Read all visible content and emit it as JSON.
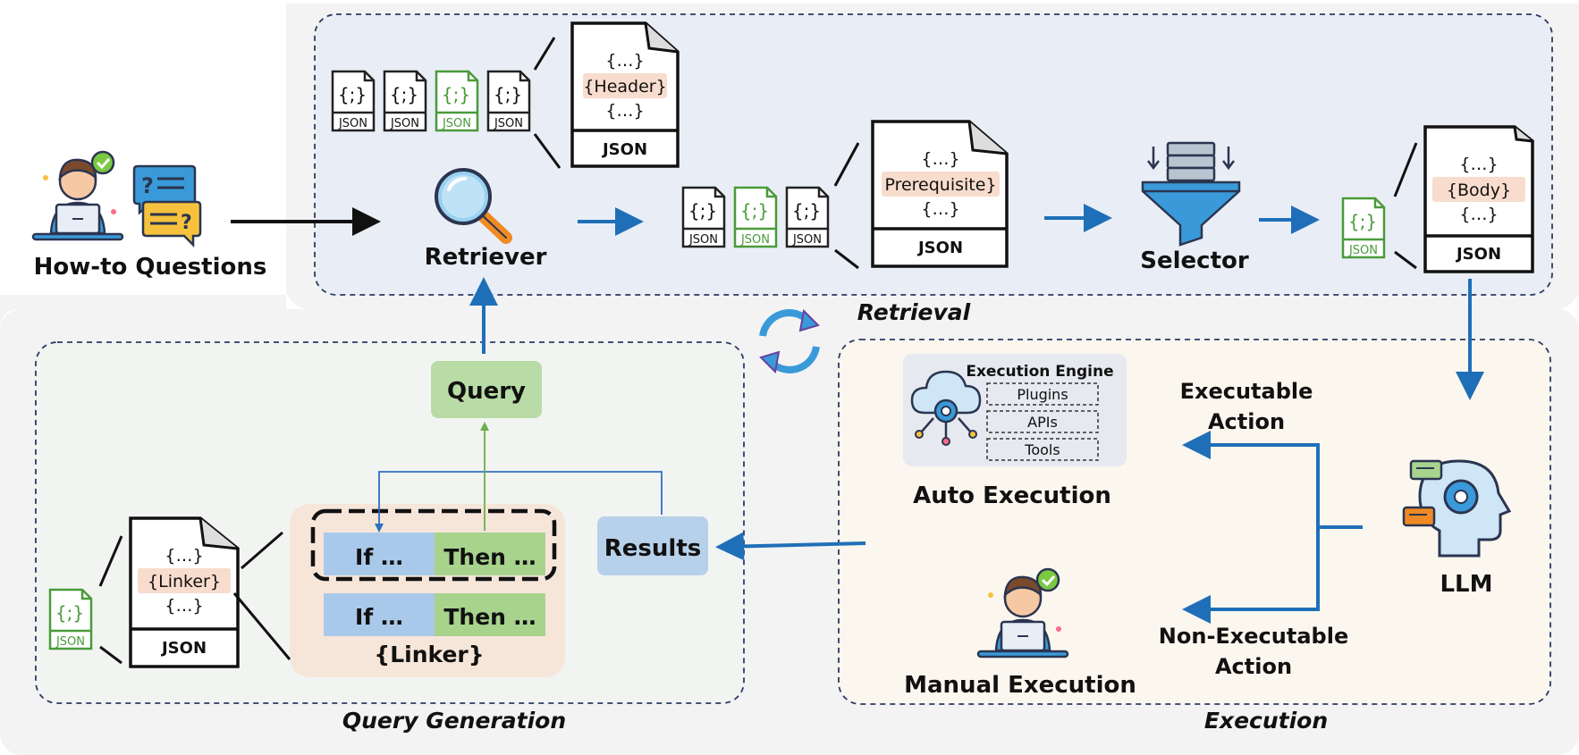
{
  "title": "",
  "labels": {
    "how_to_questions": "How-to Questions",
    "retriever": "Retriever",
    "selector": "Selector",
    "retrieval": "Retrieval",
    "query": "Query",
    "results": "Results",
    "query_generation": "Query Generation",
    "execution": "Execution",
    "llm": "LLM",
    "auto_execution": "Auto Execution",
    "manual_execution": "Manual Execution",
    "executable_action_1": "Executable",
    "executable_action_2": "Action",
    "non_executable_action_1": "Non-Executable",
    "non_executable_action_2": "Action",
    "linker": "{Linker}",
    "if_1": "If …",
    "then_1": "Then …",
    "if_2": "If …",
    "then_2": "Then …"
  },
  "documents": {
    "json_label": "JSON",
    "braces": "{…}",
    "code_glyph": "{;}",
    "header_field": "{Header}",
    "prerequisite_field": "Prerequisite}",
    "body_field": "{Body}",
    "linker_field": "{Linker}"
  },
  "execution_engine": {
    "title": "Execution Engine",
    "items": [
      "Plugins",
      "APIs",
      "Tools"
    ]
  },
  "colors": {
    "blue_arrow": "#1f6fb8",
    "retrieval_panel": "#e9eef6",
    "execution_panel": "#fbf6ee",
    "query_panel": "#f2f4f2",
    "query_box": "#b9dca6",
    "results_box": "#b8d1ea",
    "if_box": "#a9c9ea",
    "then_box": "#a8d38d",
    "linker_panel": "#f6e6da",
    "highlight": "#f8dccd",
    "green_doc": "#4a9a3a"
  }
}
